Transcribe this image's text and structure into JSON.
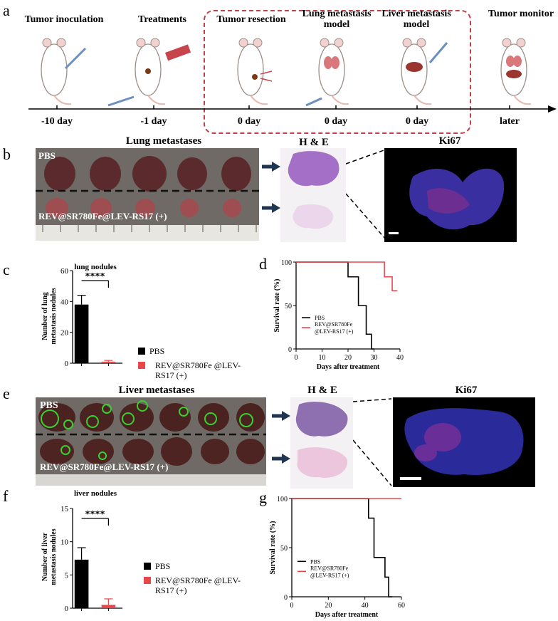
{
  "panels": {
    "a": "a",
    "b": "b",
    "c": "c",
    "d": "d",
    "e": "e",
    "f": "f",
    "g": "g"
  },
  "timeline": {
    "steps": [
      {
        "title": "Tumor inoculation",
        "day": "-10 day"
      },
      {
        "title": "Treatments",
        "day": "-1 day"
      },
      {
        "title": "Tumor resection",
        "day": "0 day"
      },
      {
        "title": "Lung metastasis model",
        "day": "0 day"
      },
      {
        "title": "Liver metastasis model",
        "day": "0 day"
      },
      {
        "title": "Tumor monitor",
        "day": "later"
      }
    ]
  },
  "lung": {
    "title": "Lung metastases",
    "pbs": "PBS",
    "treat": "REV@SR780Fe@LEV-RS17 (+)",
    "he": "H & E",
    "ki67": "Ki67"
  },
  "liver": {
    "title": "Liver metastases",
    "pbs": "PBS",
    "treat": "REV@SR780Fe@LEV-RS17 (+)",
    "he": "H & E",
    "ki67": "Ki67"
  },
  "colors": {
    "pbs": "#000000",
    "treat": "#e8474a",
    "dashbox": "#c0404a"
  },
  "chart_data": [
    {
      "type": "bar",
      "panel": "c",
      "title": "lung nodules",
      "ylabel": "Number of lung metastasis nodules",
      "categories": [
        "PBS",
        "REV@SR780Fe@LEV-RS17 (+)"
      ],
      "values": [
        38,
        1
      ],
      "errors": [
        6,
        0.8
      ],
      "ylim": [
        0,
        60
      ],
      "yticks": [
        0,
        20,
        40,
        60
      ],
      "significance": "****",
      "legend": [
        "PBS",
        "REV@SR780Fe @LEV-RS17 (+)"
      ]
    },
    {
      "type": "line",
      "panel": "d",
      "xlabel": "Days after treatment",
      "ylabel": "Survival rate (%)",
      "xlim": [
        0,
        40
      ],
      "ylim": [
        0,
        100
      ],
      "xticks": [
        0,
        10,
        20,
        30,
        40
      ],
      "yticks": [
        0,
        50,
        100
      ],
      "series": [
        {
          "name": "PBS",
          "points": [
            [
              0,
              100
            ],
            [
              20,
              100
            ],
            [
              20,
              83
            ],
            [
              24,
              83
            ],
            [
              24,
              50
            ],
            [
              27,
              50
            ],
            [
              27,
              17
            ],
            [
              29,
              17
            ],
            [
              29,
              0
            ],
            [
              30,
              0
            ]
          ]
        },
        {
          "name": "REV@SR780Fe @LEV-RS17 (+)",
          "points": [
            [
              0,
              100
            ],
            [
              34,
              100
            ],
            [
              34,
              83
            ],
            [
              37,
              83
            ],
            [
              37,
              67
            ],
            [
              39,
              67
            ]
          ]
        }
      ]
    },
    {
      "type": "bar",
      "panel": "f",
      "title": "liver nodules",
      "ylabel": "Number of liver metastasis nodules",
      "categories": [
        "PBS",
        "REV@SR780Fe@LEV-RS17 (+)"
      ],
      "values": [
        7.3,
        0.5
      ],
      "errors": [
        1.8,
        0.9
      ],
      "ylim": [
        0,
        15
      ],
      "yticks": [
        0,
        5,
        10,
        15
      ],
      "significance": "****",
      "legend": [
        "PBS",
        "REV@SR780Fe @LEV-RS17 (+)"
      ]
    },
    {
      "type": "line",
      "panel": "g",
      "xlabel": "Days after treatment",
      "ylabel": "Survival rate (%)",
      "xlim": [
        0,
        60
      ],
      "ylim": [
        0,
        100
      ],
      "xticks": [
        0,
        20,
        40,
        60
      ],
      "yticks": [
        0,
        50,
        100
      ],
      "series": [
        {
          "name": "PBS",
          "points": [
            [
              0,
              100
            ],
            [
              42,
              100
            ],
            [
              42,
              80
            ],
            [
              45,
              80
            ],
            [
              45,
              40
            ],
            [
              51,
              40
            ],
            [
              51,
              20
            ],
            [
              53,
              20
            ],
            [
              53,
              0
            ],
            [
              55,
              0
            ]
          ]
        },
        {
          "name": "REV@SR780Fe @LEV-RS17 (+)",
          "points": [
            [
              0,
              100
            ],
            [
              60,
              100
            ]
          ]
        }
      ]
    }
  ]
}
